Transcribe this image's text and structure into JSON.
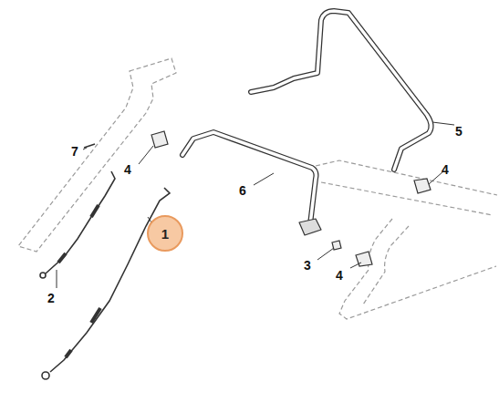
{
  "diagram": {
    "nodes": [
      {
        "text": [
          "1"
        ]
      }
    ],
    "labels": [
      "5",
      "7",
      "4",
      "6",
      "4",
      "2",
      "3",
      "4"
    ]
  }
}
